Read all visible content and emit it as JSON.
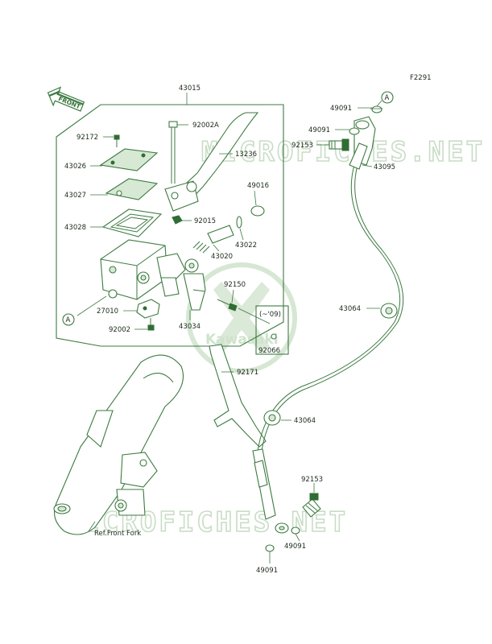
{
  "figure_code": "F2291",
  "front_label": "FRONT",
  "watermark": "MICROFICHES.NET",
  "brand": "Kawasaki",
  "ref_label": "Ref.Front Fork",
  "year_note": "(~'09)",
  "callout_a": "A",
  "parts": {
    "p43015": "43015",
    "p92172": "92172",
    "p92002A": "92002A",
    "p13236": "13236",
    "p43026": "43026",
    "p43027": "43027",
    "p43028": "43028",
    "p92015": "92015",
    "p49016": "49016",
    "p43022": "43022",
    "p43020": "43020",
    "p92150": "92150",
    "p27010": "27010",
    "p92002": "92002",
    "p43034": "43034",
    "p92066": "92066",
    "p92171": "92171",
    "p43064a": "43064",
    "p43064b": "43064",
    "p49091a": "49091",
    "p49091b": "49091",
    "p49091c": "49091",
    "p49091d": "49091",
    "p92153a": "92153",
    "p92153b": "92153",
    "p43095": "43095"
  }
}
